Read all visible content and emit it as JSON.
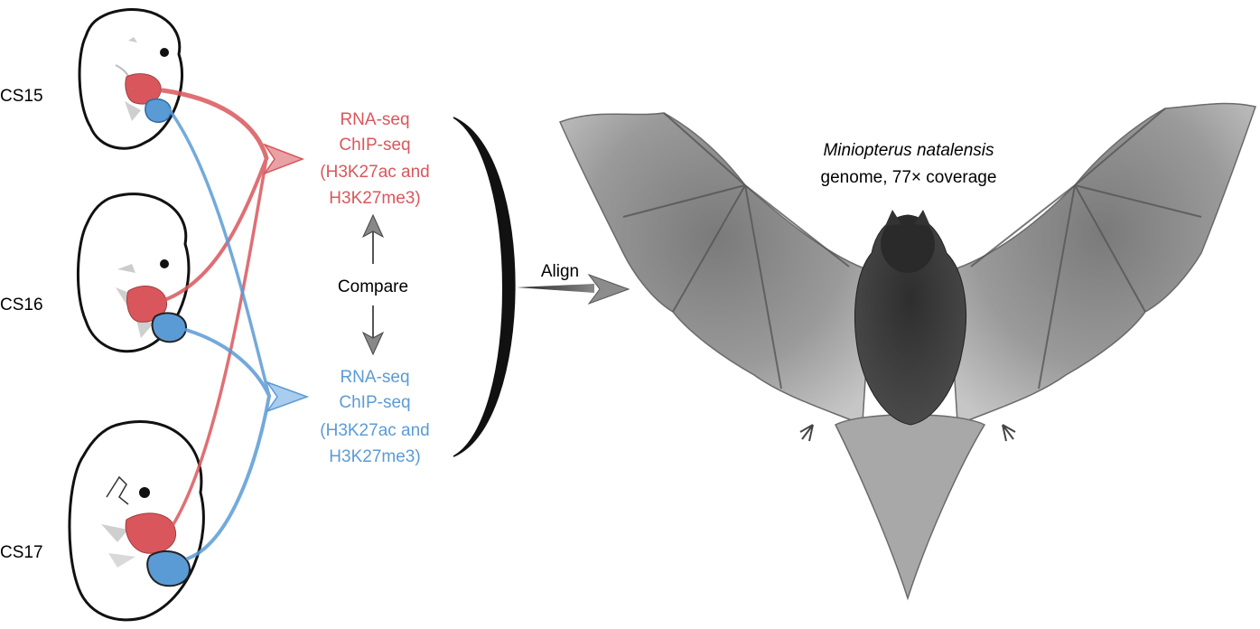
{
  "stages": [
    {
      "label": "CS15"
    },
    {
      "label": "CS16"
    },
    {
      "label": "CS17"
    }
  ],
  "assays": {
    "forelimb": {
      "lines": [
        "RNA-seq",
        "ChIP-seq",
        "(H3K27ac and",
        "H3K27me3)"
      ],
      "color": "#d9575c"
    },
    "hindlimb": {
      "lines": [
        "RNA-seq",
        "ChIP-seq",
        "(H3K27ac and",
        "H3K27me3)"
      ],
      "color": "#5b9bd5"
    }
  },
  "compare_label": "Compare",
  "align_label": "Align",
  "genome": {
    "species": "Miniopterus natalensis",
    "coverage": "genome, 77× coverage"
  },
  "colors": {
    "forelimb": "#d9575c",
    "hindlimb": "#5b9bd5",
    "outline": "#111111",
    "arrow_grey": "#666666"
  }
}
